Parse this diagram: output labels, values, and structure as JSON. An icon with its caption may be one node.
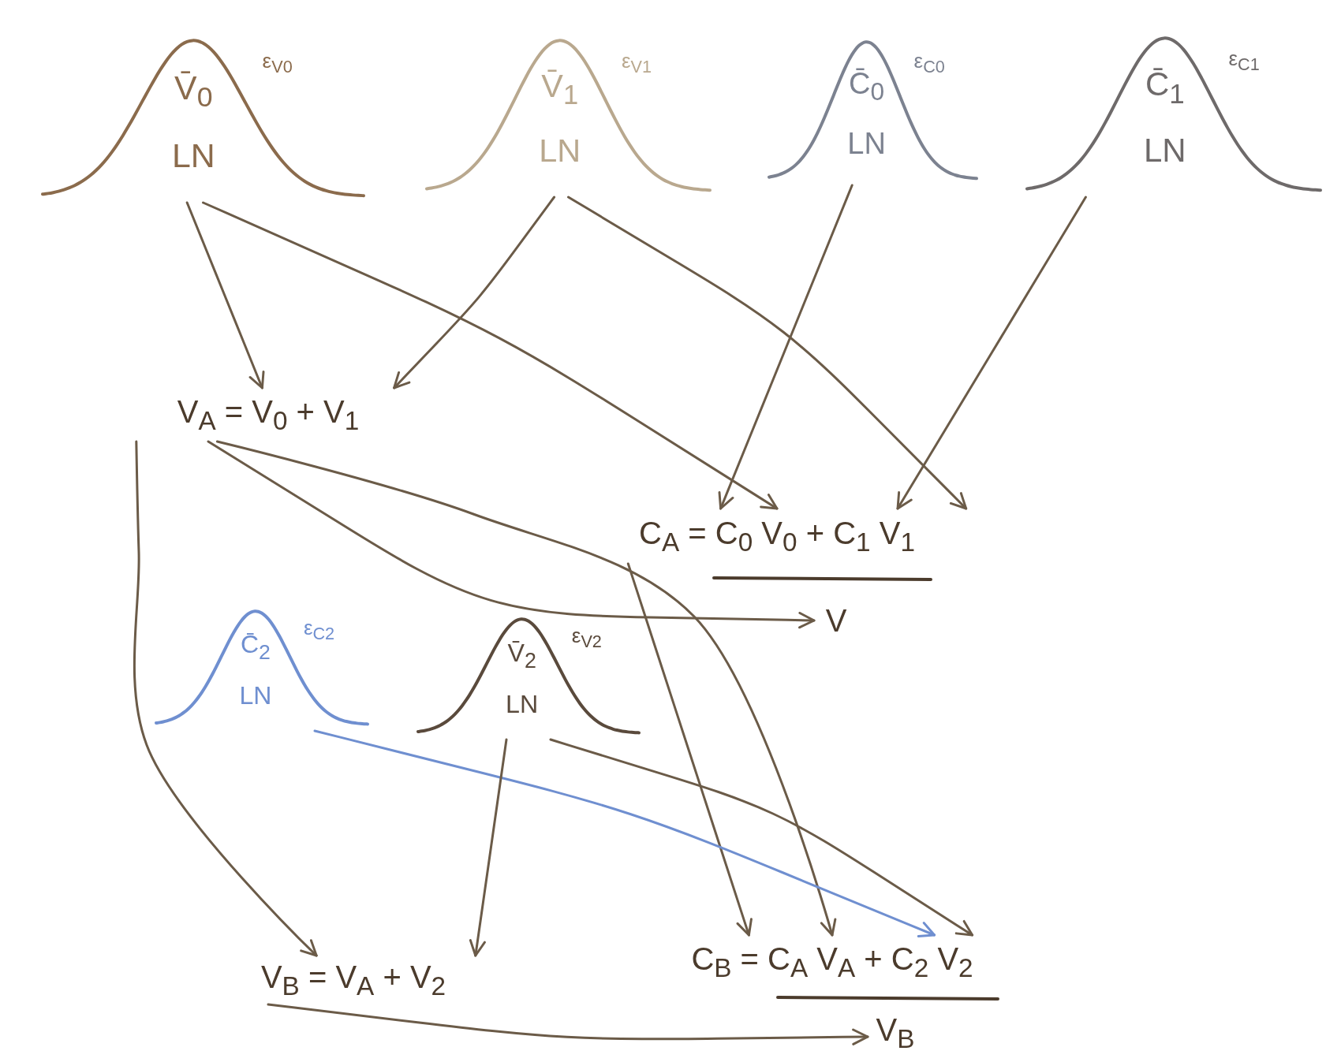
{
  "diagram": {
    "nodes": [
      {
        "text": [
          "V̄$_{0}$",
          "LN",
          "ε$_{V0}$"
        ]
      },
      {
        "text": [
          "V̄$_{1}$",
          "LN",
          "ε$_{V1}$"
        ]
      },
      {
        "text": [
          "C̄$_{0}$",
          "LN",
          "ε$_{C0}$"
        ]
      },
      {
        "text": [
          "C̄$_{1}$",
          "LN",
          "ε$_{C1}$"
        ]
      },
      {
        "text": [
          "V$_{A}$ = V$_{0}$ + V$_{1}$"
        ]
      },
      {
        "text": [
          "C$_{A}$ = C$_{0}$ V$_{0}$ + C$_{1}$ V$_{1}$"
        ]
      },
      {
        "text": [
          "V"
        ]
      },
      {
        "text": [
          "C̄$_{2}$",
          "LN",
          "ε$_{C2}$"
        ]
      },
      {
        "text": [
          "V̄$_{2}$",
          "LN",
          "ε$_{V2}$"
        ]
      },
      {
        "text": [
          "V$_{B}$ = V$_{A}$ + V$_{2}$"
        ]
      },
      {
        "text": [
          "C$_{B}$ = C$_{A}$ V$_{A}$ + C$_{2}$ V$_{2}$"
        ]
      },
      {
        "text": [
          "V$_{B}$"
        ]
      }
    ],
    "edges": [
      {
        "from": 0,
        "to": 4,
        "arrow": "to"
      },
      {
        "from": 1,
        "to": 4,
        "arrow": "to"
      },
      {
        "from": 0,
        "to": 5,
        "arrow": "to"
      },
      {
        "from": 2,
        "to": 5,
        "arrow": "to"
      },
      {
        "from": 3,
        "to": 5,
        "arrow": "to"
      },
      {
        "from": 1,
        "to": 5,
        "arrow": "to"
      },
      {
        "from": 4,
        "to": 6,
        "arrow": "to"
      },
      {
        "from": 4,
        "to": 10,
        "arrow": "to"
      },
      {
        "from": 4,
        "to": 9,
        "arrow": "to"
      },
      {
        "from": 5,
        "to": 10,
        "arrow": "to"
      },
      {
        "from": 7,
        "to": 10,
        "arrow": "to",
        "color": "#6f8fd0"
      },
      {
        "from": 8,
        "to": 9,
        "arrow": "to"
      },
      {
        "from": 8,
        "to": 10,
        "arrow": "to"
      },
      {
        "from": 9,
        "to": 11,
        "arrow": "to"
      }
    ]
  }
}
